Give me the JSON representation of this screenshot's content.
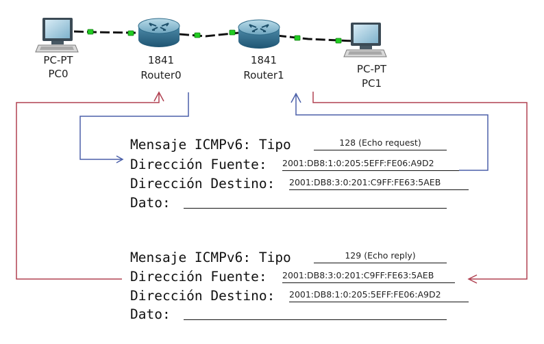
{
  "topology": {
    "pc0": {
      "type": "PC-PT",
      "name": "PC0"
    },
    "router0": {
      "model": "1841",
      "name": "Router0"
    },
    "router1": {
      "model": "1841",
      "name": "Router1"
    },
    "pc1": {
      "type": "PC-PT",
      "name": "PC1"
    }
  },
  "colors": {
    "request_arrow": "#4a5fa8",
    "reply_arrow": "#b04050",
    "link_dot": "#22cc22"
  },
  "request": {
    "label_type": "Mensaje ICMPv6: Tipo",
    "type_value": "128 (Echo request)",
    "label_source": "Dirección Fuente:",
    "source_value": "2001:DB8:1:0:205:5EFF:FE06:A9D2",
    "label_dest": "Dirección Destino:",
    "dest_value": "2001:DB8:3:0:201:C9FF:FE63:5AEB",
    "label_data": "Dato:",
    "data_value": ""
  },
  "reply": {
    "label_type": "Mensaje ICMPv6: Tipo",
    "type_value": "129 (Echo reply)",
    "label_source": "Dirección Fuente:",
    "source_value": "2001:DB8:3:0:201:C9FF:FE63:5AEB",
    "label_dest": "Dirección Destino:",
    "dest_value": "2001:DB8:1:0:205:5EFF:FE06:A9D2",
    "label_data": "Dato:",
    "data_value": ""
  }
}
